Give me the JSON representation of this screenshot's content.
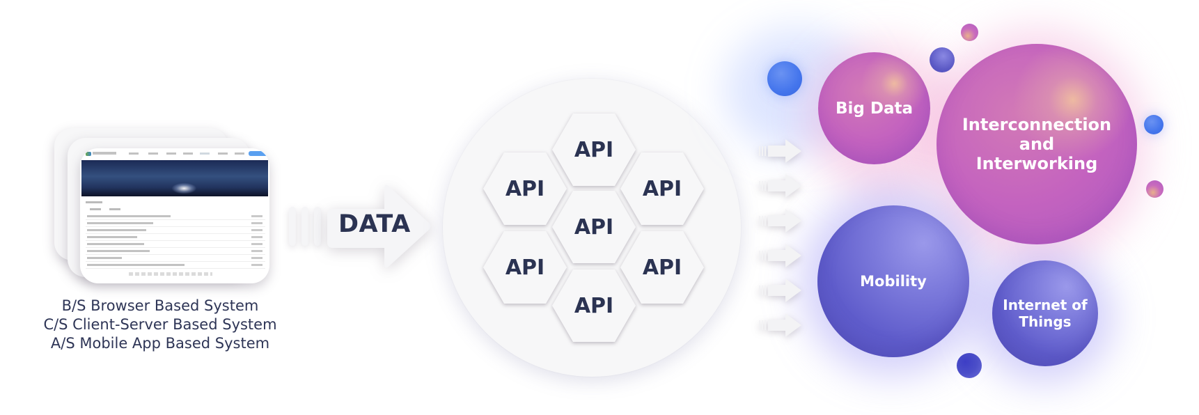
{
  "source_systems": {
    "preview_name": "web-application-screenshot",
    "labels": [
      "B/S Browser Based System",
      "C/S Client-Server Based System",
      "A/S Mobile App Based System"
    ]
  },
  "flow": {
    "data_label": "DATA",
    "small_arrow_count": 6
  },
  "api_hub": {
    "hexagons": [
      "API",
      "API",
      "API",
      "API",
      "API",
      "API",
      "API"
    ]
  },
  "outcomes": {
    "bubbles": [
      {
        "label": "Big Data",
        "tone": "pink"
      },
      {
        "label": "Interconnection and Interworking",
        "tone": "pink"
      },
      {
        "label": "Mobility",
        "tone": "purple"
      },
      {
        "label": "Internet of Things",
        "tone": "purple"
      }
    ]
  },
  "colors": {
    "text_dark": "#2b3352",
    "panel": "#f7f7f8",
    "pink_bubble": "#c463bf",
    "purple_bubble": "#5f5ccb",
    "orb_blue": "#4475ec"
  }
}
